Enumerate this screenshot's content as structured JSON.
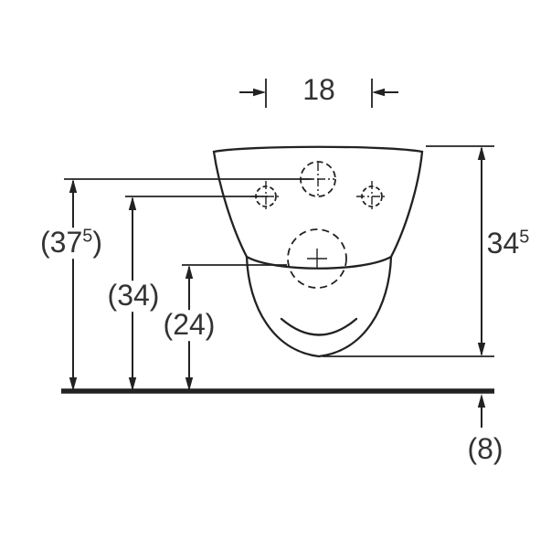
{
  "drawing": {
    "type": "technical-dimension-drawing",
    "subject": "wall-hung toilet rear view"
  },
  "colors": {
    "line": "#222222",
    "text": "#333333",
    "background": "#ffffff"
  },
  "dims": {
    "top_width": {
      "text": "18"
    },
    "left_outer": {
      "pre": "(37",
      "sup": "5",
      "post": ")"
    },
    "left_mid": {
      "text": "(34)"
    },
    "left_inner": {
      "text": "(24)"
    },
    "right_height": {
      "pre": "34",
      "sup": "5",
      "post": ""
    },
    "below_floor": {
      "text": "(8)"
    }
  }
}
